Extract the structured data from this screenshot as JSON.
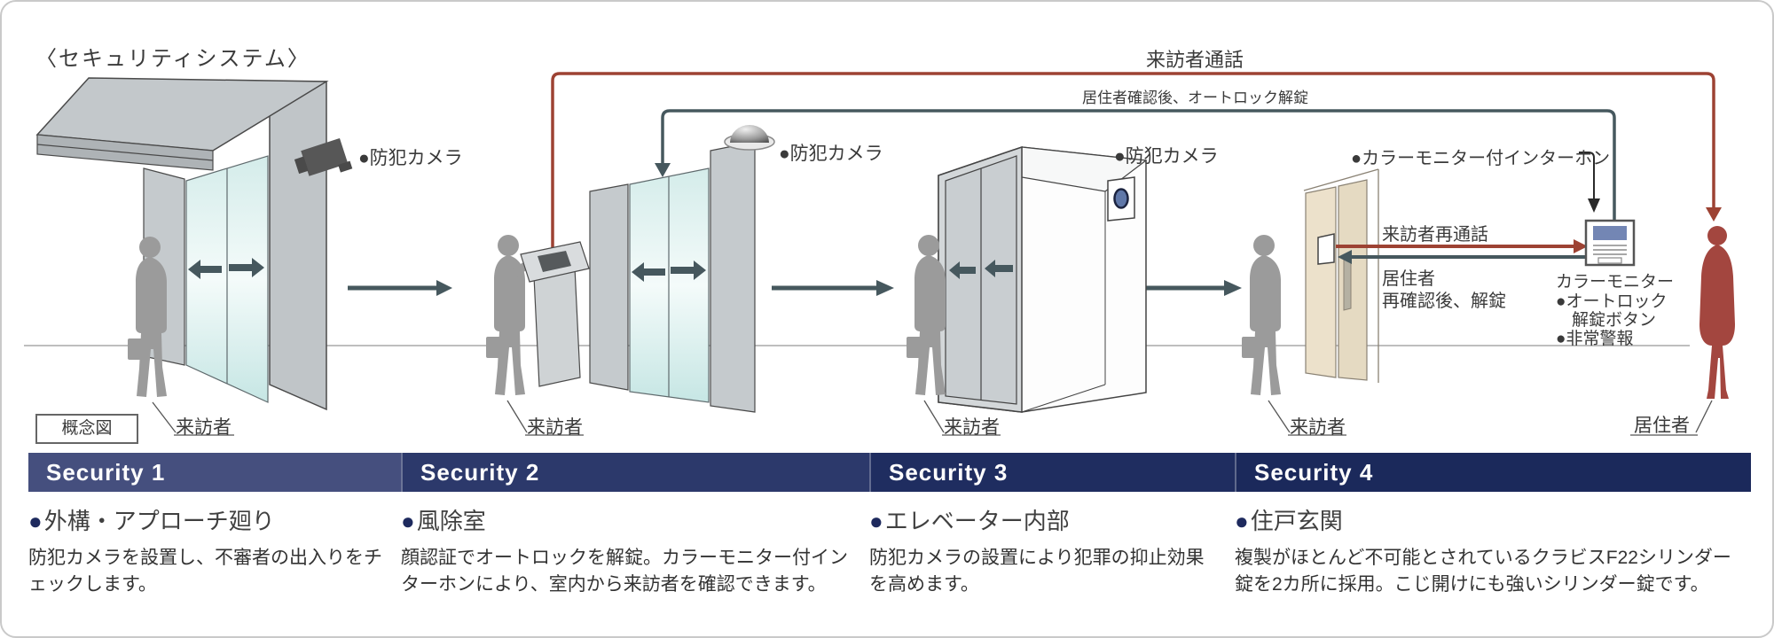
{
  "title": "〈セキュリティシステム〉",
  "concept_label": "概念図",
  "section_bullet": "●",
  "flows": {
    "visitor_call": "来訪者通話",
    "unlock_after_confirm": "居住者確認後、オートロック解錠",
    "visitor_recall": "来訪者再通話",
    "resident_recheck_line1": "居住者",
    "resident_recheck_line2": "再確認後、解錠"
  },
  "labels": {
    "camera_bullet": "●防犯カメラ",
    "intercom_with_monitor": "●カラーモニター付インターホン",
    "color_monitor": "カラーモニター",
    "autolock_button_line1": "●オートロック",
    "autolock_button_line2": "解錠ボタン",
    "emergency_alarm": "●非常警報",
    "visitor": "来訪者",
    "resident": "居住者"
  },
  "sections": [
    {
      "header": "Security 1",
      "color": "#454f7e",
      "subtitle": "外構・アプローチ廻り",
      "body": "防犯カメラを設置し、不審者の出入りをチェックします。"
    },
    {
      "header": "Security 2",
      "color": "#2c396b",
      "subtitle": "風除室",
      "body": "顔認証でオートロックを解錠。カラーモニター付インターホンにより、室内から来訪者を確認できます。"
    },
    {
      "header": "Security 3",
      "color": "#1f2d60",
      "subtitle": "エレベーター内部",
      "body": "防犯カメラの設置により犯罪の抑止効果を高めます。"
    },
    {
      "header": "Security 4",
      "color": "#1b295b",
      "subtitle": "住戸玄関",
      "body": "複製がほとんど不可能とされているクラビスF22シリンダー錠を2カ所に採用。こじ開けにも強いシリンダー錠です。"
    }
  ],
  "colors": {
    "flow_red": "#9d4233",
    "flow_teal": "#46585e",
    "silhouette_gray": "#9b9b9b",
    "resident_red": "#a3463f",
    "bullet_navy": "#1e2a5e"
  }
}
